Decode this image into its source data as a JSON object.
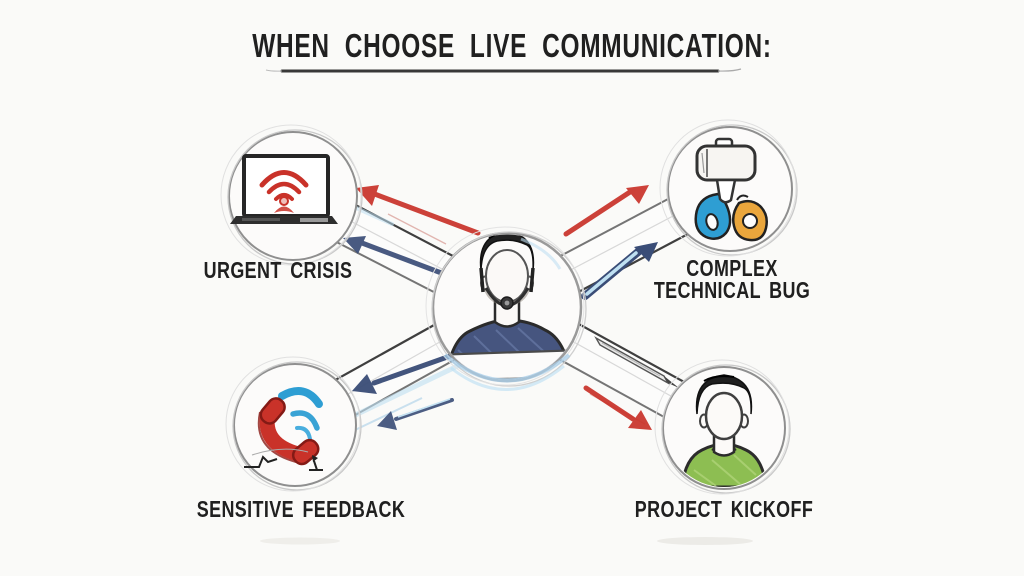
{
  "title": "WHEN CHOOSE LIVE COMMUNICATION:",
  "center": {
    "icon": "presenter-headset-person-icon",
    "role": "live-communication-hub"
  },
  "nodes": {
    "urgent_crisis": {
      "lines": [
        "URGENT CRISIS"
      ],
      "icon": "laptop-wifi-alert-icon",
      "position": "top-left"
    },
    "complex_technical_bug": {
      "lines": [
        "COMPLEX",
        "TECHNICAL BUG"
      ],
      "icon": "hammer-wrenches-icon",
      "position": "top-right"
    },
    "sensitive_feedback": {
      "lines": [
        "SENSITIVE FEEDBACK"
      ],
      "icon": "phone-call-waves-icon",
      "position": "bottom-left"
    },
    "project_kickoff": {
      "lines": [
        "PROJECT KICKOFF"
      ],
      "icon": "person-green-shirt-icon",
      "position": "bottom-right"
    }
  },
  "colors": {
    "red": "#c93229",
    "navy": "#3a4d77",
    "light_blue": "#2e9ed3",
    "pale_blue": "#bfe0f2",
    "yellow": "#eaa63c",
    "green": "#8dbe52",
    "navy_shirt": "#46557f",
    "ink": "#202020",
    "sketch_gray": "#8d8d8d",
    "background": "#fafaf8"
  }
}
